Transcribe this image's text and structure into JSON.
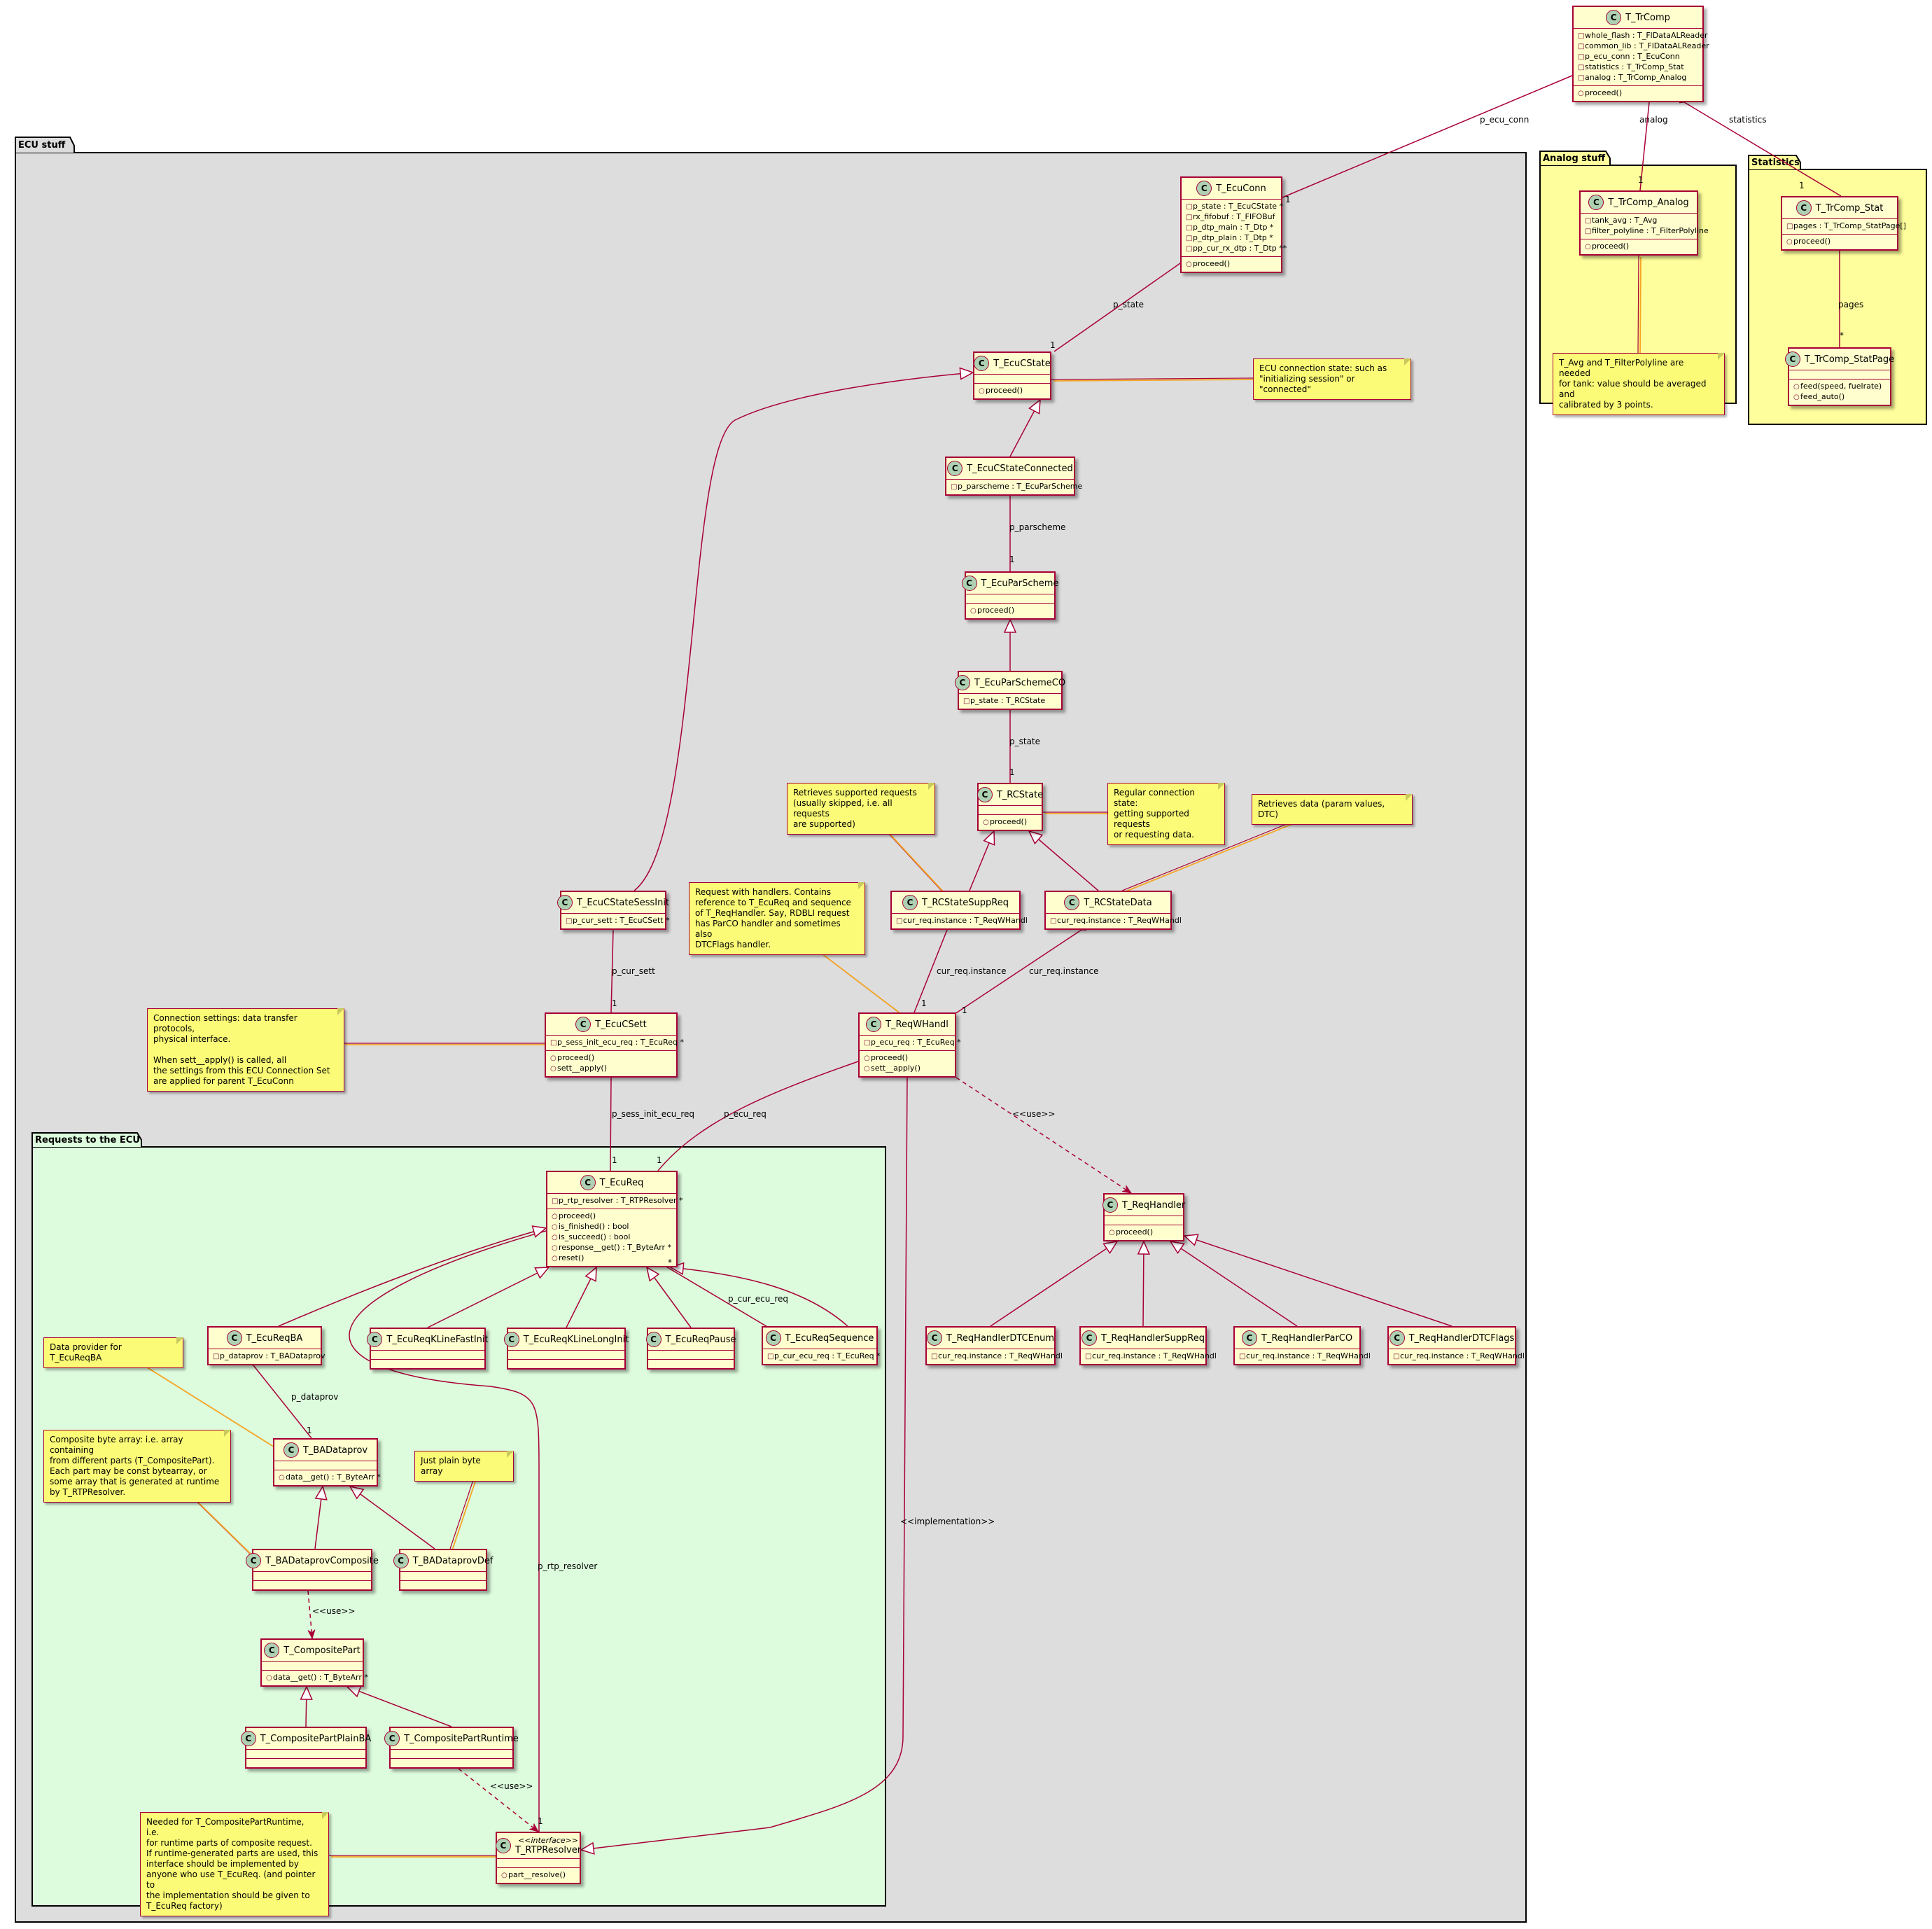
{
  "packages": {
    "ecu": "ECU stuff",
    "requests": "Requests to the ECU",
    "analog": "Analog stuff",
    "statistics": "Statistics"
  },
  "classes": {
    "trcomp": {
      "name": "T_TrComp",
      "attrs": [
        "whole_flash : T_FlDataALReader",
        "common_lib : T_FlDataALReader",
        "p_ecu_conn : T_EcuConn",
        "statistics : T_TrComp_Stat",
        "analog : T_TrComp_Analog"
      ],
      "methods": [
        "proceed()"
      ]
    },
    "trcomp_analog": {
      "name": "T_TrComp_Analog",
      "attrs": [
        "tank_avg : T_Avg",
        "filter_polyline : T_FilterPolyline"
      ],
      "methods": [
        "proceed()"
      ]
    },
    "trcomp_stat": {
      "name": "T_TrComp_Stat",
      "attrs": [
        "pages : T_TrComp_StatPage[]"
      ],
      "methods": [
        "proceed()"
      ]
    },
    "trcomp_statpage": {
      "name": "T_TrComp_StatPage",
      "attrs": [],
      "methods": [
        "feed(speed, fuelrate)",
        "feed_auto()"
      ]
    },
    "ecuconn": {
      "name": "T_EcuConn",
      "attrs": [
        "p_state : T_EcuCState *",
        "rx_fifobuf : T_FIFOBuf",
        "p_dtp_main : T_Dtp *",
        "p_dtp_plain : T_Dtp *",
        "pp_cur_rx_dtp : T_Dtp **"
      ],
      "methods": [
        "proceed()"
      ]
    },
    "ecucstate": {
      "name": "T_EcuCState",
      "attrs": [],
      "methods": [
        "proceed()"
      ]
    },
    "ecucstateconnected": {
      "name": "T_EcuCStateConnected",
      "attrs": [
        "p_parscheme : T_EcuParScheme"
      ],
      "methods": null
    },
    "ecuparscheme": {
      "name": "T_EcuParScheme",
      "attrs": [],
      "methods": [
        "proceed()"
      ]
    },
    "ecuparschemeco": {
      "name": "T_EcuParSchemeCO",
      "attrs": [
        "p_state : T_RCState"
      ],
      "methods": null
    },
    "rcstate": {
      "name": "T_RCState",
      "attrs": [],
      "methods": [
        "proceed()"
      ]
    },
    "rcstatesuppreq": {
      "name": "T_RCStateSuppReq",
      "attrs": [
        "cur_req.instance : T_ReqWHandl"
      ],
      "methods": null
    },
    "rcstatedata": {
      "name": "T_RCStateData",
      "attrs": [
        "cur_req.instance : T_ReqWHandl"
      ],
      "methods": null
    },
    "ecucstatesessinit": {
      "name": "T_EcuCStateSessInit",
      "attrs": [
        "p_cur_sett : T_EcuCSett *"
      ],
      "methods": null
    },
    "ecucsett": {
      "name": "T_EcuCSett",
      "attrs": [
        "p_sess_init_ecu_req : T_EcuReq *"
      ],
      "methods": [
        "proceed()",
        "sett__apply()"
      ]
    },
    "reqwhandl": {
      "name": "T_ReqWHandl",
      "attrs": [
        "p_ecu_req : T_EcuReq *"
      ],
      "methods": [
        "proceed()",
        "sett__apply()"
      ]
    },
    "reqhandler": {
      "name": "T_ReqHandler",
      "attrs": [],
      "methods": [
        "proceed()"
      ]
    },
    "rh_dtcenum": {
      "name": "T_ReqHandlerDTCEnum",
      "attrs": [
        "cur_req.instance : T_ReqWHandl"
      ],
      "methods": null
    },
    "rh_suppreq": {
      "name": "T_ReqHandlerSuppReq",
      "attrs": [
        "cur_req.instance : T_ReqWHandl"
      ],
      "methods": null
    },
    "rh_parco": {
      "name": "T_ReqHandlerParCO",
      "attrs": [
        "cur_req.instance : T_ReqWHandl"
      ],
      "methods": null
    },
    "rh_dtcflags": {
      "name": "T_ReqHandlerDTCFlags",
      "attrs": [
        "cur_req.instance : T_ReqWHandl"
      ],
      "methods": null
    },
    "ecureq": {
      "name": "T_EcuReq",
      "attrs": [
        "p_rtp_resolver : T_RTPResolver *"
      ],
      "methods": [
        "proceed()",
        "is_finished() : bool",
        "is_succeed() : bool",
        "response__get() : T_ByteArr *",
        "reset()"
      ]
    },
    "ecureqba": {
      "name": "T_EcuReqBA",
      "attrs": [
        "p_dataprov : T_BADataprov"
      ],
      "methods": null
    },
    "ecureqklinefast": {
      "name": "T_EcuReqKLineFastInit",
      "attrs": null,
      "methods": null
    },
    "ecureqklinelong": {
      "name": "T_EcuReqKLineLongInit",
      "attrs": null,
      "methods": null
    },
    "ecureqpause": {
      "name": "T_EcuReqPause",
      "attrs": null,
      "methods": null
    },
    "ecureqsequence": {
      "name": "T_EcuReqSequence",
      "attrs": [
        "p_cur_ecu_req : T_EcuReq *"
      ],
      "methods": null
    },
    "badataprov": {
      "name": "T_BADataprov",
      "attrs": [],
      "methods": [
        "data__get() : T_ByteArr *"
      ]
    },
    "badataprovcomposite": {
      "name": "T_BADataprovComposite",
      "attrs": null,
      "methods": null
    },
    "badataprovdef": {
      "name": "T_BADataprovDef",
      "attrs": null,
      "methods": null
    },
    "compositepart": {
      "name": "T_CompositePart",
      "attrs": [],
      "methods": [
        "data__get() : T_ByteArr *"
      ]
    },
    "compositepartplainba": {
      "name": "T_CompositePartPlainBA",
      "attrs": null,
      "methods": null
    },
    "compositepartruntime": {
      "name": "T_CompositePartRuntime",
      "attrs": null,
      "methods": null
    },
    "rtpresolver": {
      "name": "T_RTPResolver",
      "stereotype": "<<interface>>",
      "attrs": [],
      "methods": [
        "part__resolve()"
      ]
    }
  },
  "notes": {
    "ecucstate": "ECU connection state: such as\n\"initializing session\" or \"connected\"",
    "analog": "T_Avg and T_FilterPolyline are needed\nfor tank: value should be averaged and\ncalibrated by 3 points.",
    "rcstate": "Regular connection state:\ngetting supported requests\nor requesting data.",
    "suppreq": "Retrieves supported requests\n(usually skipped, i.e. all requests\nare supported)",
    "data": "Retrieves data (param values, DTC)",
    "reqwhandl": "Request with handlers. Contains\nreference to T_EcuReq and sequence\nof T_ReqHandler. Say, RDBLI request\nhas ParCO handler and sometimes also\nDTCFlags handler.",
    "ecucsett": "Connection settings: data transfer protocols,\nphysical interface.\n\nWhen sett__apply() is called, all\nthe settings from this ECU Connection Set\nare applied for parent T_EcuConn",
    "dataprov_ba": "Data provider for T_EcuReqBA",
    "composite": "Composite byte array: i.e. array containing\nfrom different parts (T_CompositePart).\nEach part may be const bytearray, or\nsome array that is generated at runtime\nby T_RTPResolver.",
    "plain": "Just plain byte array",
    "rtpresolver": "Needed for T_CompositePartRuntime, i.e.\nfor runtime parts of composite request.\nIf runtime-generated parts are used, this\ninterface should be implemented by\nanyone who use T_EcuReq. (and pointer to\nthe implementation should be given to\nT_EcuReq factory)"
  },
  "labels": {
    "p_ecu_conn": "p_ecu_conn",
    "analog": "analog",
    "statistics": "statistics",
    "pages": "pages",
    "p_state1": "p_state",
    "p_parscheme": "p_parscheme",
    "p_state2": "p_state",
    "cur_req_instance1": "cur_req.instance",
    "cur_req_instance2": "cur_req.instance",
    "p_cur_sett": "p_cur_sett",
    "p_sess_init_ecu_req": "p_sess_init_ecu_req",
    "p_ecu_req": "p_ecu_req",
    "use1": "<<use>>",
    "implementation": "<<implementation>>",
    "p_dataprov": "p_dataprov",
    "p_cur_ecu_req": "p_cur_ecu_req",
    "use2": "<<use>>",
    "p_rtp_resolver": "p_rtp_resolver",
    "use3": "<<use>>",
    "one": "1",
    "star": "*"
  },
  "style": {
    "class_fill": "#fefece",
    "class_border": "#a80036",
    "note_fill": "#fbfb77",
    "ecu_pkg_fill": "#dddddd",
    "req_pkg_fill": "#ddfbdd",
    "yellow_pkg_fill": "#fefe9c",
    "circle_fill": "#add1b2",
    "circle_letter": "C"
  }
}
